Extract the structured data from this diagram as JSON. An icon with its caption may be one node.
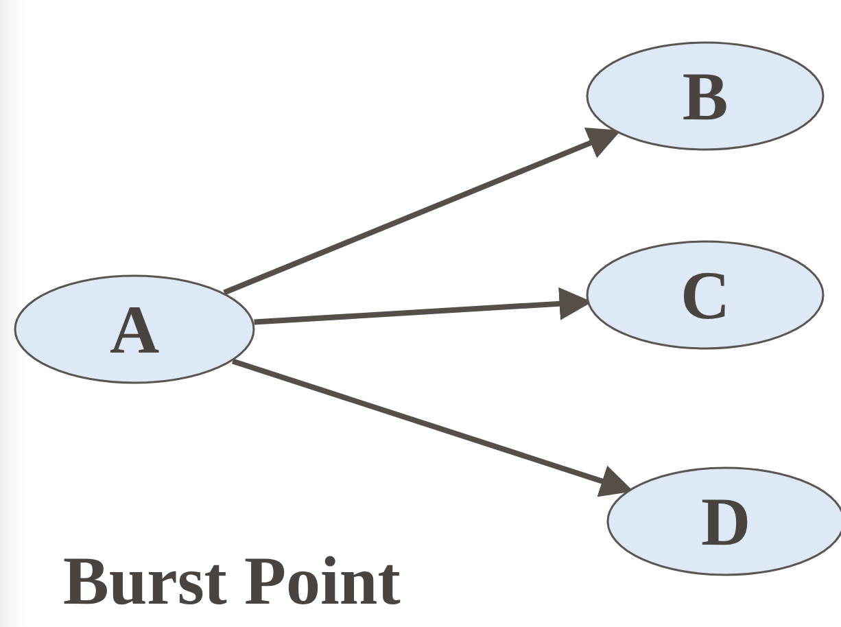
{
  "diagram": {
    "nodes": [
      {
        "text": [
          "A"
        ]
      },
      {
        "text": [
          "B"
        ]
      },
      {
        "text": [
          "C"
        ]
      },
      {
        "text": [
          "D"
        ]
      }
    ],
    "edges": [
      {
        "from": 0,
        "to": 1,
        "arrow": "to"
      },
      {
        "from": 0,
        "to": 2,
        "arrow": "to"
      },
      {
        "from": 0,
        "to": 3,
        "arrow": "to"
      }
    ],
    "labels": [
      "Burst Point"
    ]
  }
}
